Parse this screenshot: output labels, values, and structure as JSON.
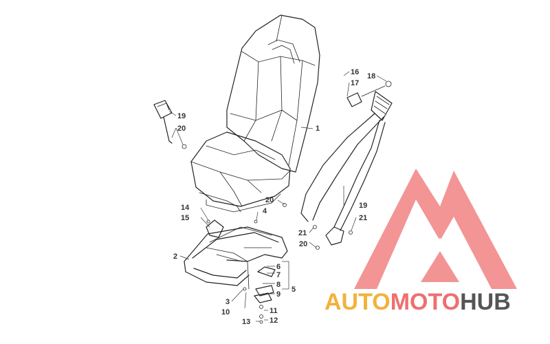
{
  "diagram": {
    "callouts": [
      {
        "id": "c1",
        "label": "1"
      },
      {
        "id": "c2",
        "label": "2"
      },
      {
        "id": "c3",
        "label": "3"
      },
      {
        "id": "c4",
        "label": "4"
      },
      {
        "id": "c5",
        "label": "5"
      },
      {
        "id": "c6",
        "label": "6"
      },
      {
        "id": "c7",
        "label": "7"
      },
      {
        "id": "c8",
        "label": "8"
      },
      {
        "id": "c9",
        "label": "9"
      },
      {
        "id": "c10",
        "label": "10"
      },
      {
        "id": "c11",
        "label": "11"
      },
      {
        "id": "c12",
        "label": "12"
      },
      {
        "id": "c13",
        "label": "13"
      },
      {
        "id": "c14",
        "label": "14"
      },
      {
        "id": "c15",
        "label": "15"
      },
      {
        "id": "c16",
        "label": "16"
      },
      {
        "id": "c17",
        "label": "17"
      },
      {
        "id": "c18",
        "label": "18"
      },
      {
        "id": "c19a",
        "label": "19"
      },
      {
        "id": "c19b",
        "label": "19"
      },
      {
        "id": "c20a",
        "label": "20"
      },
      {
        "id": "c20b",
        "label": "20"
      },
      {
        "id": "c20c",
        "label": "20"
      },
      {
        "id": "c21a",
        "label": "21"
      },
      {
        "id": "c21b",
        "label": "21"
      }
    ]
  },
  "watermark": {
    "brand_part1": "AUTO",
    "brand_part2": "MOTO",
    "brand_part3": "HUB",
    "color_part1": "#f2b23a",
    "color_part2": "#ef6f6f",
    "color_part3": "#555555",
    "logo_color": "#ee6b6b"
  }
}
